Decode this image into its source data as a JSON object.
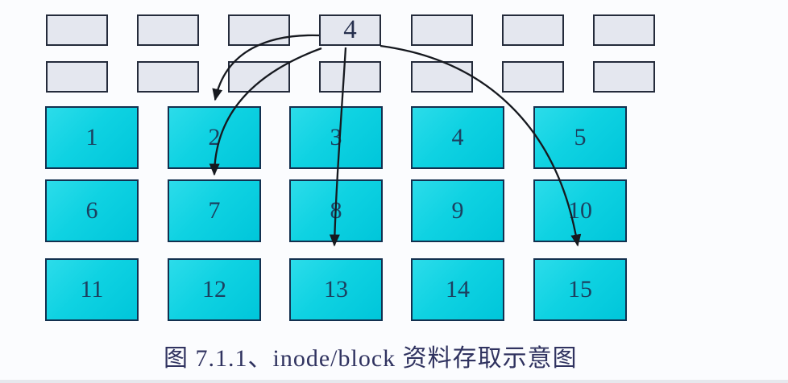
{
  "diagram": {
    "caption": "图 7.1.1、inode/block 资料存取示意图"
  },
  "inode_table": {
    "rows": [
      {
        "cells": [
          "",
          "",
          "",
          "4",
          "",
          "",
          ""
        ]
      },
      {
        "cells": [
          "",
          "",
          "",
          "",
          "",
          "",
          ""
        ]
      }
    ],
    "highlighted_inode": "4"
  },
  "blocks": {
    "items": [
      "1",
      "2",
      "3",
      "4",
      "5",
      "6",
      "7",
      "8",
      "9",
      "10",
      "11",
      "12",
      "13",
      "14",
      "15"
    ]
  },
  "arrows": [
    {
      "from": "inode-4",
      "to": "block-2"
    },
    {
      "from": "inode-4",
      "to": "block-7"
    },
    {
      "from": "inode-4",
      "to": "block-13"
    },
    {
      "from": "inode-4",
      "to": "block-15"
    }
  ],
  "colors": {
    "canvas_bg": "#fbfcfe",
    "inode_fill": "#e4e7ef",
    "inode_border": "#242b3b",
    "inode_text": "#26304e",
    "block_fill": "#0fd2e2",
    "block_border": "#12304f",
    "number_text": "#1c4060",
    "arrow_color": "#16191f",
    "caption_text": "#303360"
  }
}
